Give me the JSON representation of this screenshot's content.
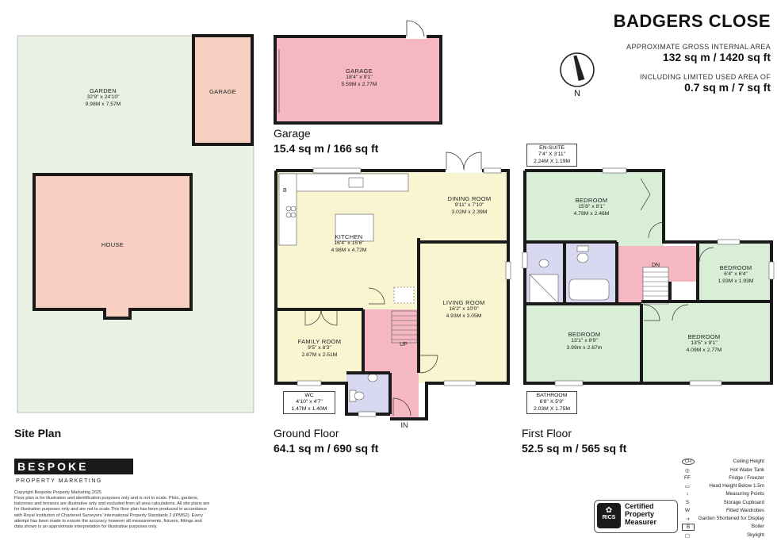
{
  "property": {
    "title": "BADGERS CLOSE",
    "gia_label": "APPROXIMATE GROSS INTERNAL AREA",
    "gia_value": "132 sq m / 1420 sq ft",
    "limited_label": "INCLUDING LIMITED USED AREA OF",
    "limited_value": "0.7 sq m / 7 sq ft",
    "compass_letter": "N"
  },
  "site_plan": {
    "title": "Site Plan",
    "garden": {
      "name": "GARDEN",
      "imperial": "32'9\" x 24'10\"",
      "metric": "9.98M x 7.57M"
    },
    "garage": {
      "name": "GARAGE"
    },
    "house": {
      "name": "HOUSE"
    }
  },
  "garage_plan": {
    "title": "Garage",
    "area": "15.4 sq m / 166 sq ft",
    "room": {
      "name": "GARAGE",
      "imperial": "18'4\" x 9'1\"",
      "metric": "5.59M x 2.77M"
    }
  },
  "ground_floor": {
    "title": "Ground Floor",
    "area": "64.1 sq m / 690 sq ft",
    "kitchen": {
      "name": "KITCHEN",
      "imperial": "16'4\" x 15'6\"",
      "metric": "4.98M x 4.72M"
    },
    "dining": {
      "name": "DINING ROOM",
      "imperial": "9'11\" x 7'10\"",
      "metric": "3.02M x 2.39M"
    },
    "living": {
      "name": "LIVING ROOM",
      "imperial": "16'2\" x 10'0\"",
      "metric": "4.93M x 3.05M"
    },
    "family": {
      "name": "FAMILY ROOM",
      "imperial": "9'5\" x 8'3\"",
      "metric": "2.87M x 2.51M"
    },
    "wc": {
      "name": "WC",
      "imperial": "4'10\" x 4'7\"",
      "metric": "1.47M x 1.40M"
    },
    "up_label": "UP",
    "in_label": "IN",
    "boiler_mark": "B"
  },
  "first_floor": {
    "title": "First Floor",
    "area": "52.5 sq m / 565 sq ft",
    "ensuite": {
      "name": "EN-SUITE",
      "imperial": "7'4\" X 3'11\"",
      "metric": "2.24M X 1.19M"
    },
    "bedroom1": {
      "name": "BEDROOM",
      "imperial": "15'8\" x 8'1\"",
      "metric": "4.78M x 2.46M"
    },
    "bedroom2": {
      "name": "BEDROOM",
      "imperial": "6'4\" x 6'4\"",
      "metric": "1.93M x 1.93M"
    },
    "bedroom3": {
      "name": "BEDROOM",
      "imperial": "13'1\" x 8'9\"",
      "metric": "3.99m x 2.67m"
    },
    "bedroom4": {
      "name": "BEDROOM",
      "imperial": "13'5\" x 9'1\"",
      "metric": "4.09M x 2.77M"
    },
    "bathroom": {
      "name": "BATHROOM",
      "imperial": "6'8\" X 5'9\"",
      "metric": "2.03M X 1.75M"
    },
    "dn_label": "DN"
  },
  "brand": {
    "name": "BESPOKE",
    "subtitle": "PROPERTY MARKETING",
    "copyright": "Copyright Bespoke Property Marketing 2025",
    "disclaimer": "Floor plan is for illustration and identification purposes only and is not to scale. Plots, gardens, balconies and terraces are illustrative only and excluded from all area calculations.  All site plans are for illustration purposes only and are not to scale.This floor plan has been produced in accordance with Royal Institution of Chartered Surveyors' International Property Standards 2 (IPMS2). Every attempt has been made to ensure the accuracy however all measurements, fixtures, fittings and data shown is an approximate interpretation for illustrative purposes only."
  },
  "rics": {
    "logo_text": "RICS",
    "badge_line1": "Certified",
    "badge_line2": "Property",
    "badge_line3": "Measurer"
  },
  "legend": [
    {
      "icon": "CH",
      "label": "Ceiling Height"
    },
    {
      "icon": "",
      "label": "Hot Water Tank"
    },
    {
      "icon": "FF",
      "label": "Fridge / Freezer"
    },
    {
      "icon": "",
      "label": "Head Height Below 1.5m"
    },
    {
      "icon": "",
      "label": "Measuring Points"
    },
    {
      "icon": "S",
      "label": "Storage Cupboard"
    },
    {
      "icon": "W",
      "label": "Fitted Wardrobes"
    },
    {
      "icon": "",
      "label": "Garden Shortened for Display"
    },
    {
      "icon": "B",
      "label": "Boiler"
    },
    {
      "icon": "",
      "label": "Skylight"
    }
  ],
  "colors": {
    "garden": "#e9f1e4",
    "garage": "#f5b8c2",
    "house": "#f7d0c2",
    "kitchen": "#f8f5d0",
    "bedroom": "#d9eed6",
    "bathroom": "#d8d8f0",
    "hall": "#f5b8c2",
    "wall": "#1a1a1a"
  }
}
